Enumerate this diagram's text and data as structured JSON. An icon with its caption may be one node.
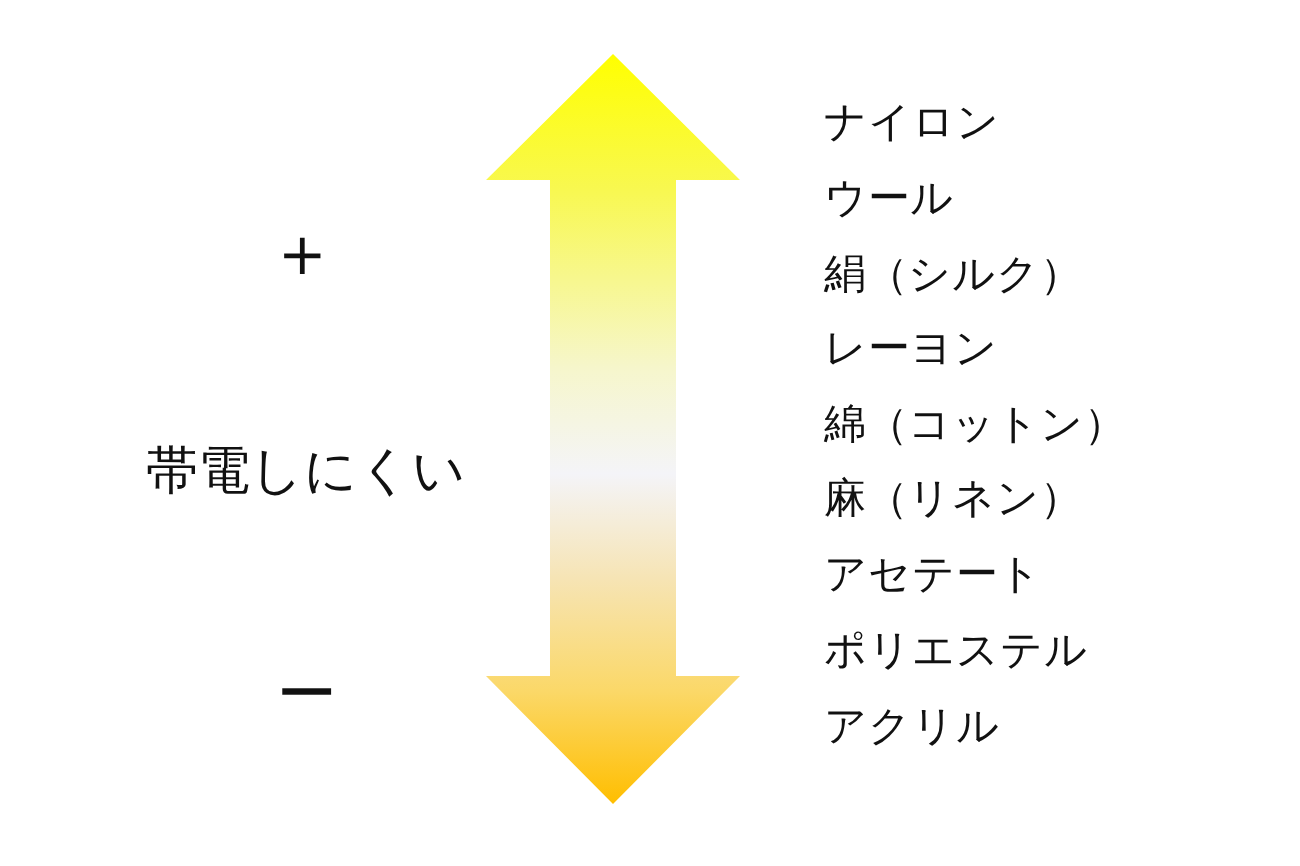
{
  "diagram": {
    "labels": [
      "+",
      "帯電しにくい",
      "−",
      "ナイロン",
      "ウール",
      "絹（シルク）",
      "レーヨン",
      "綿（コットン）",
      "麻（リネン）",
      "アセテート",
      "ポリエステル",
      "アクリル"
    ]
  }
}
